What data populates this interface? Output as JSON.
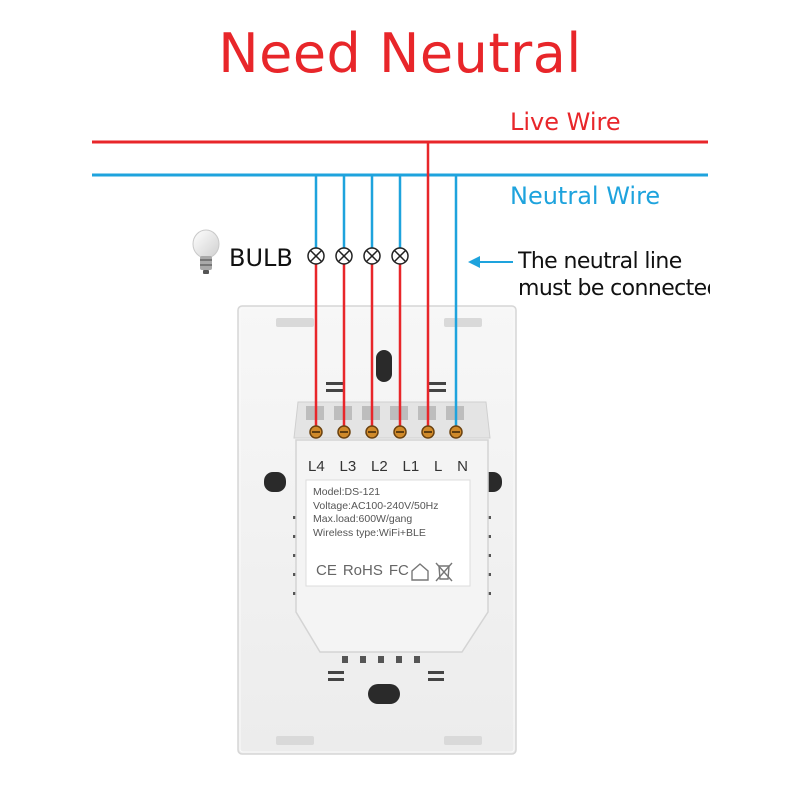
{
  "title": "Need Neutral",
  "live_wire": {
    "label": "Live Wire",
    "color": "#e8262a"
  },
  "neutral_wire": {
    "label": "Neutral Wire",
    "color": "#1ea3dd"
  },
  "bulb": {
    "label": "BULB",
    "icon": "light-bulb-icon"
  },
  "note": {
    "line1": "The neutral line",
    "line2": "must be connected"
  },
  "terminals": [
    "L4",
    "L3",
    "L2",
    "L1",
    "L",
    "N"
  ],
  "spec": {
    "model": "Model:DS-121",
    "voltage": "Voltage:AC100-240V/50Hz",
    "max_load": "Max.load:600W/gang",
    "wireless": "Wireless type:WiFi+BLE"
  },
  "certifications": {
    "ce": "CE",
    "rohs": "RoHS",
    "fc": "FC",
    "icons": [
      "house-icon",
      "weee-bin-icon"
    ]
  },
  "colors": {
    "title": "#e8262a",
    "label_red": "#e8262a",
    "label_blue": "#1ea3dd"
  }
}
